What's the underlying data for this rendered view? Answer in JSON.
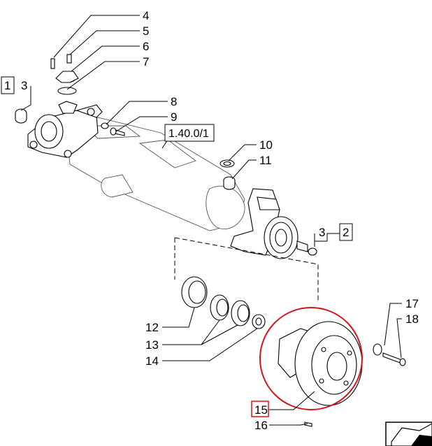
{
  "diagram": {
    "callouts": [
      "4",
      "5",
      "6",
      "7",
      "8",
      "9",
      "10",
      "11",
      "12",
      "13",
      "14",
      "15",
      "16",
      "17",
      "18"
    ],
    "boxed_labels": {
      "left_group": {
        "box": "1",
        "number": "3"
      },
      "right_group": {
        "box": "2",
        "number": "3"
      }
    },
    "reference": "1.40.0/1",
    "highlight_color": "#d4141c",
    "highlighted_part": "15"
  }
}
